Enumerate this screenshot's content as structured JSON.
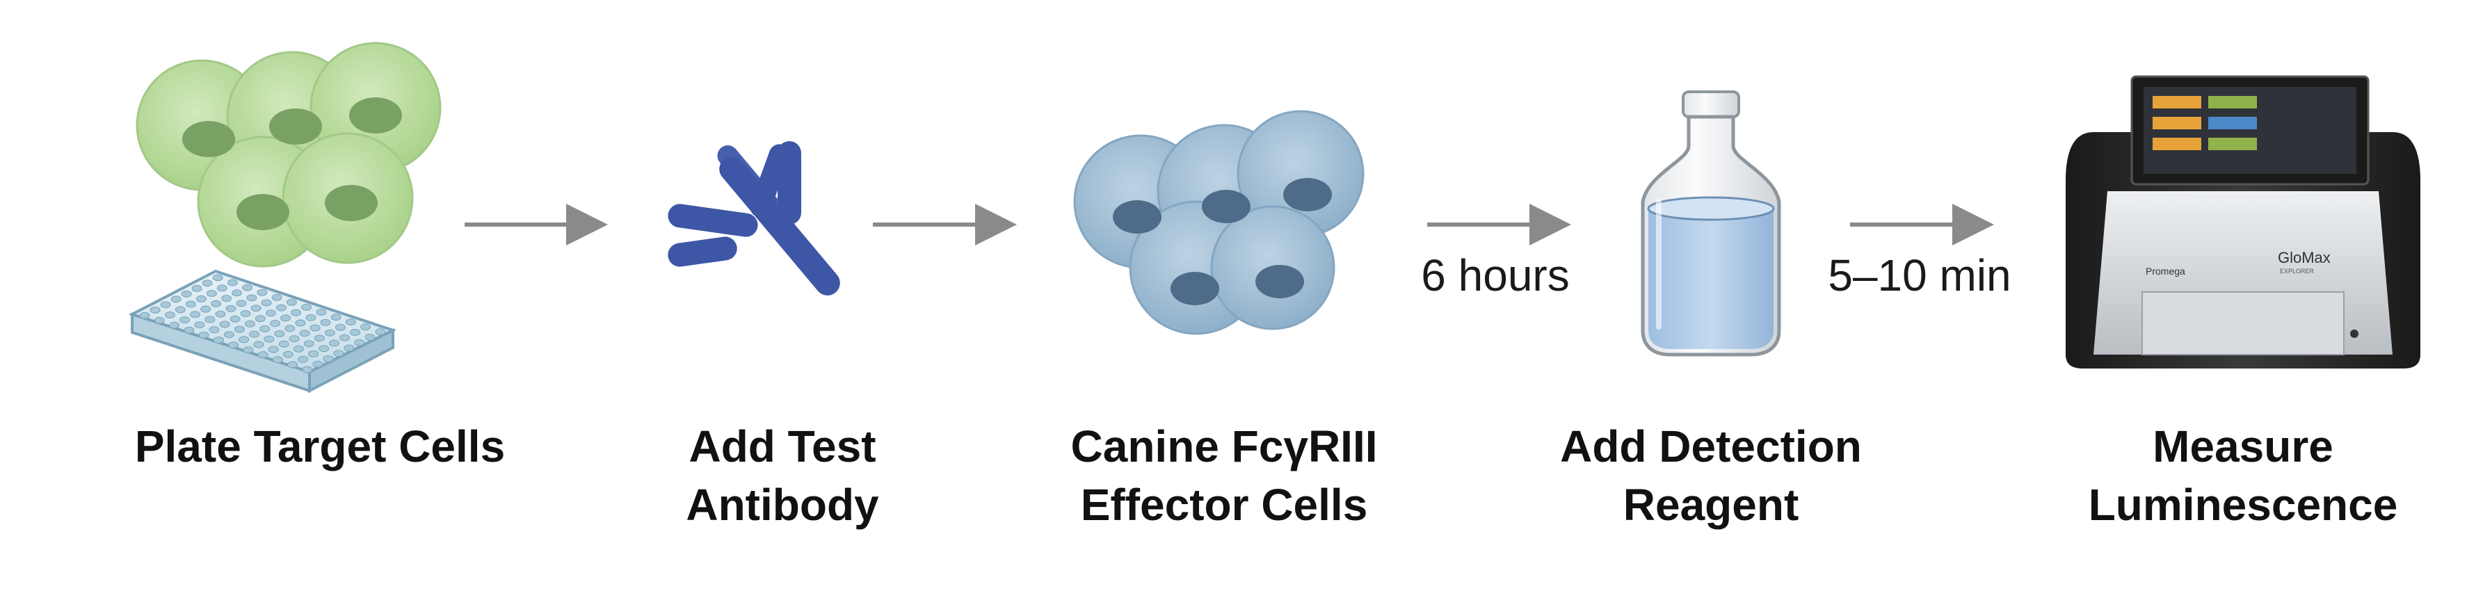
{
  "steps": [
    {
      "icon": "cell-plate-icon",
      "label_lines": [
        "Plate Target Cells"
      ]
    },
    {
      "icon": "antibody-icon",
      "label_lines": [
        "Add Test",
        "Antibody"
      ]
    },
    {
      "icon": "effector-cells-icon",
      "label_lines": [
        "Canine FcγRIII",
        "Effector Cells"
      ]
    },
    {
      "icon": "reagent-bottle-icon",
      "label_lines": [
        "Add Detection",
        "Reagent"
      ]
    },
    {
      "icon": "luminometer-icon",
      "label_lines": [
        "Measure",
        "Luminescence"
      ]
    }
  ],
  "arrows": [
    {
      "label": ""
    },
    {
      "label": ""
    },
    {
      "label": "6 hours"
    },
    {
      "label": "5–10 min"
    }
  ],
  "instrument": {
    "brand": "Promega",
    "model": "GloMax",
    "model_sub": "EXPLORER"
  },
  "colors": {
    "target_cell_fill": "#a9d38a",
    "target_cell_nucleus": "#6f9a57",
    "effector_cell_fill": "#8fb2cc",
    "effector_cell_nucleus": "#3f5f80",
    "antibody": "#3e56a6",
    "arrow": "#8a8a8a",
    "reagent_liquid": "#a9c6e6",
    "instrument_body": "#2b2b2b",
    "instrument_panel": "#c9cdd1"
  }
}
